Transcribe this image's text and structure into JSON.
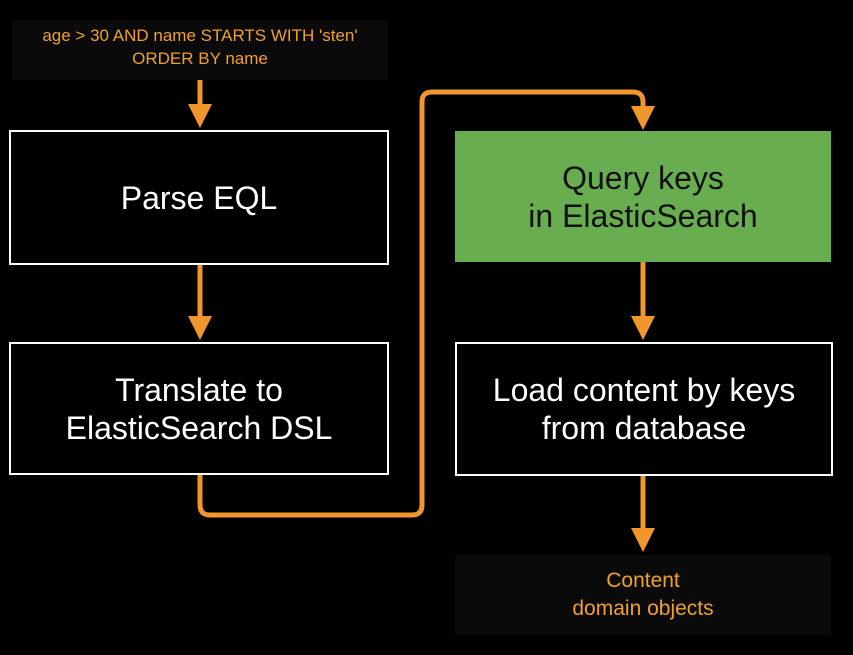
{
  "colors": {
    "background": "#000000",
    "arrow": "#f0962c",
    "annotation_text": "#f0a02c",
    "highlight_box": "#68ad50",
    "box_border": "#ffffff"
  },
  "input_query": {
    "line1": "age > 30 AND name STARTS WITH 'sten'",
    "line2": "ORDER BY name"
  },
  "steps": {
    "parse": {
      "line1": "Parse EQL"
    },
    "translate": {
      "line1": "Translate to",
      "line2": "ElasticSearch DSL"
    },
    "query": {
      "line1": "Query keys",
      "line2": "in ElasticSearch"
    },
    "load": {
      "line1": "Load content by keys",
      "line2": "from database"
    }
  },
  "output": {
    "line1": "Content",
    "line2": "domain objects"
  }
}
